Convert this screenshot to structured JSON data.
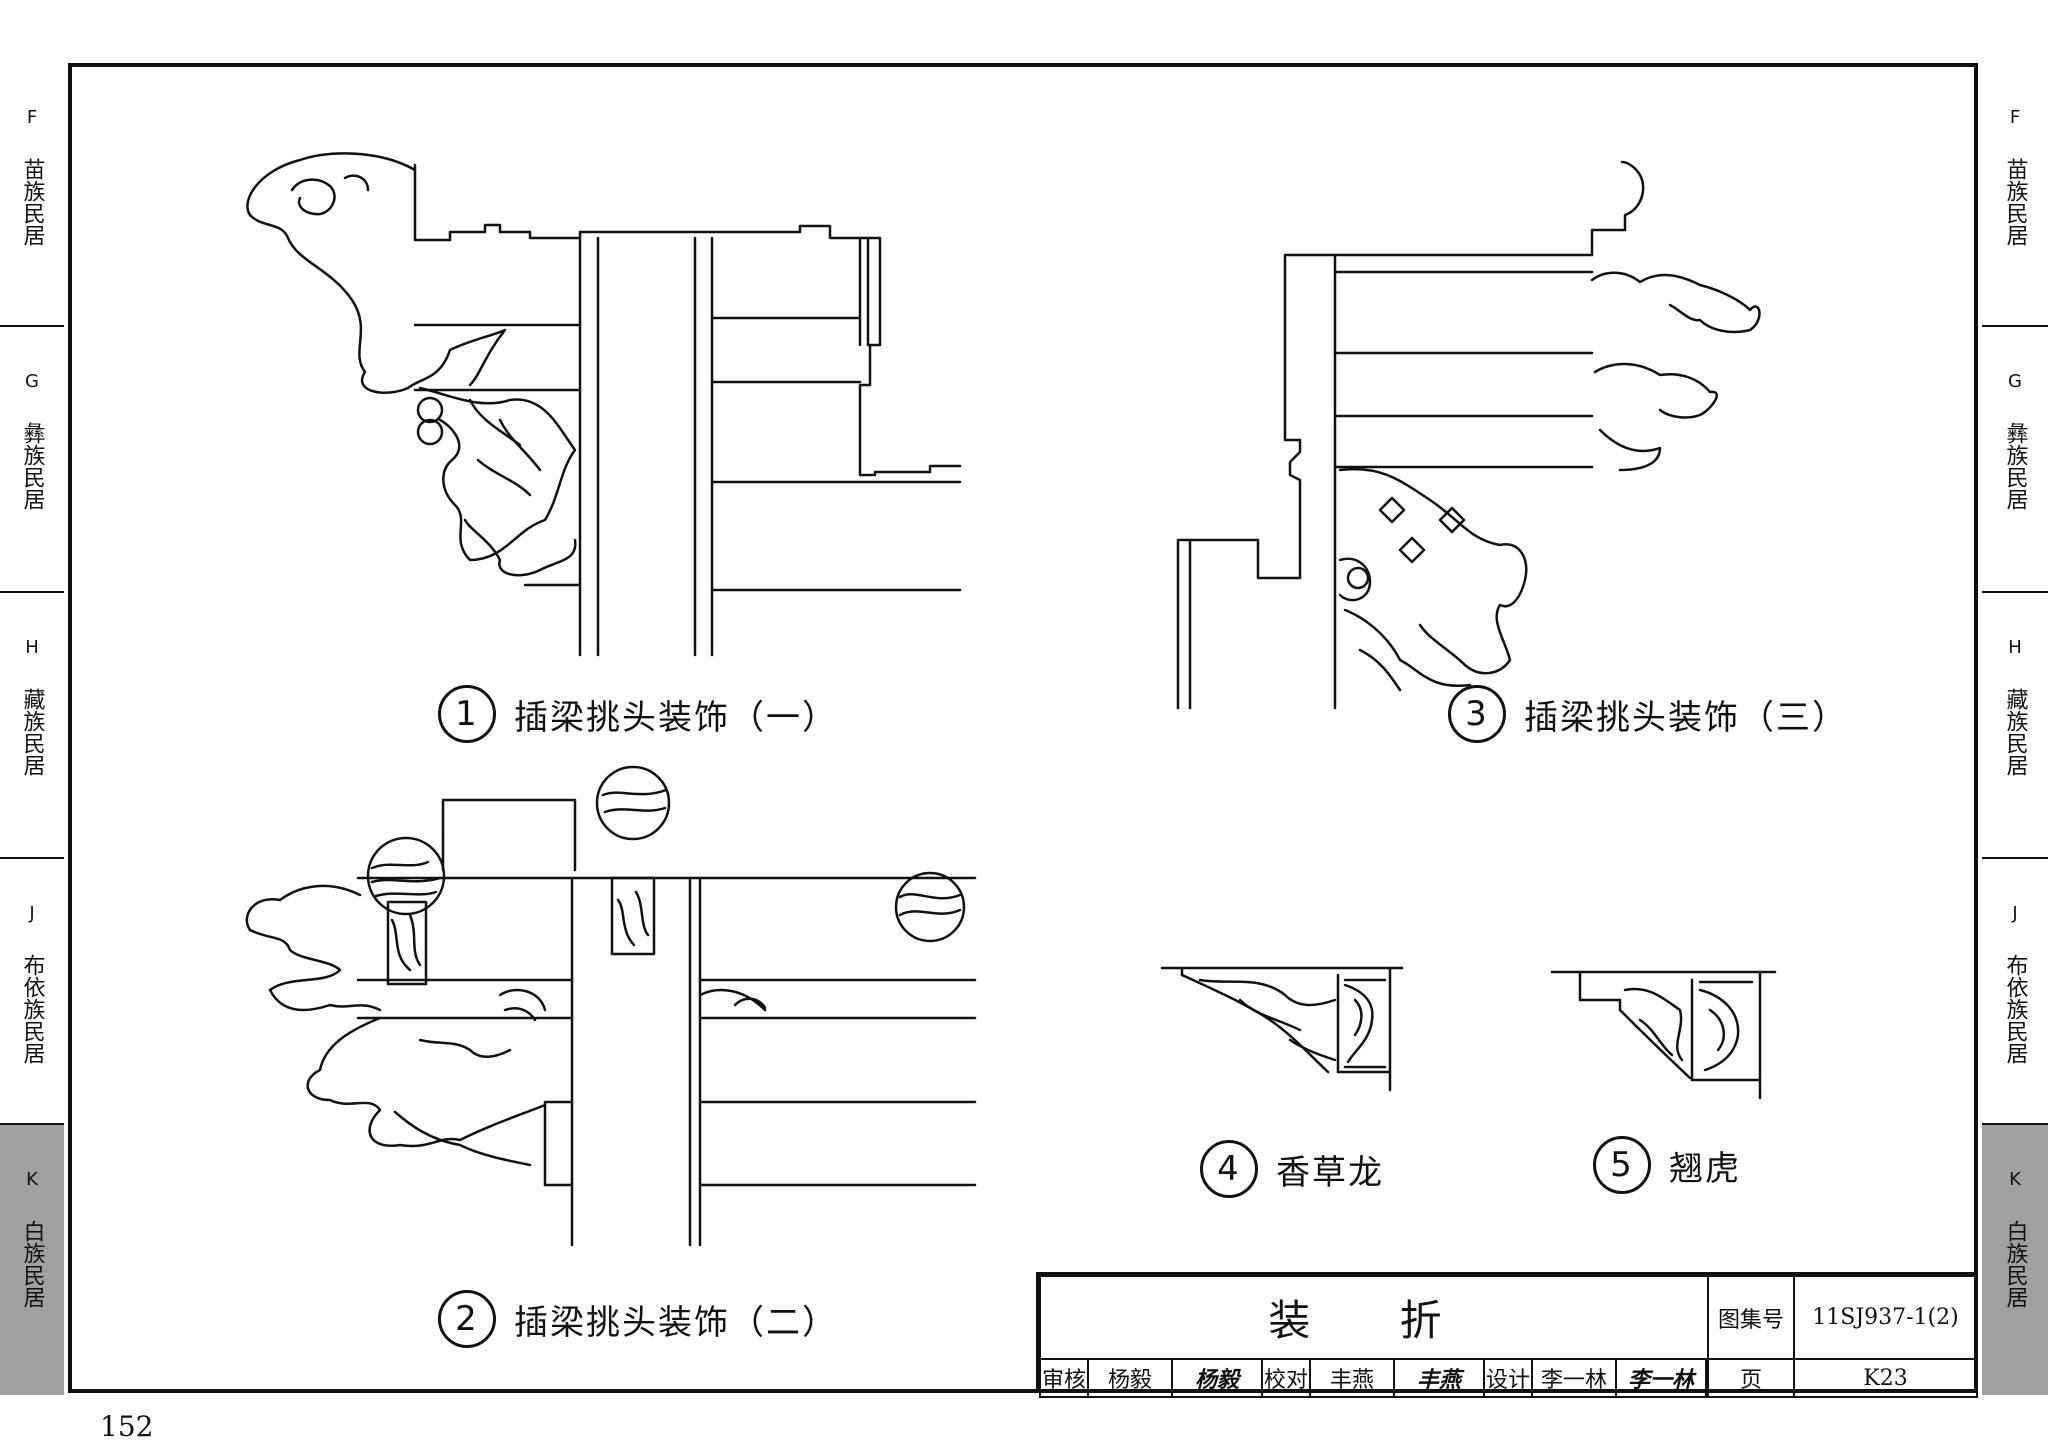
{
  "side_tabs": [
    {
      "letter": "F",
      "name": "苗族民居"
    },
    {
      "letter": "G",
      "name": "彝族民居"
    },
    {
      "letter": "H",
      "name": "藏族民居"
    },
    {
      "letter": "J",
      "name": "布依族民居"
    },
    {
      "letter": "K",
      "name": "白族民居",
      "active": true
    }
  ],
  "details": [
    {
      "num": "1",
      "title": "插梁挑头装饰（一）"
    },
    {
      "num": "2",
      "title": "插梁挑头装饰（二）"
    },
    {
      "num": "3",
      "title": "插梁挑头装饰（三）"
    },
    {
      "num": "4",
      "title": "香草龙"
    },
    {
      "num": "5",
      "title": "翘虎"
    }
  ],
  "title_block": {
    "title": "装 折",
    "atlas_label": "图集号",
    "atlas_no": "11SJ937-1(2)",
    "review_label": "审核",
    "reviewer": "杨毅",
    "reviewer_signature": "杨毅",
    "check_label": "校对",
    "checker": "丰燕",
    "checker_signature": "丰燕",
    "design_label": "设计",
    "designer": "李一林",
    "designer_signature": "李一林",
    "page_label": "页",
    "page_code": "K23"
  },
  "page_number": "152"
}
